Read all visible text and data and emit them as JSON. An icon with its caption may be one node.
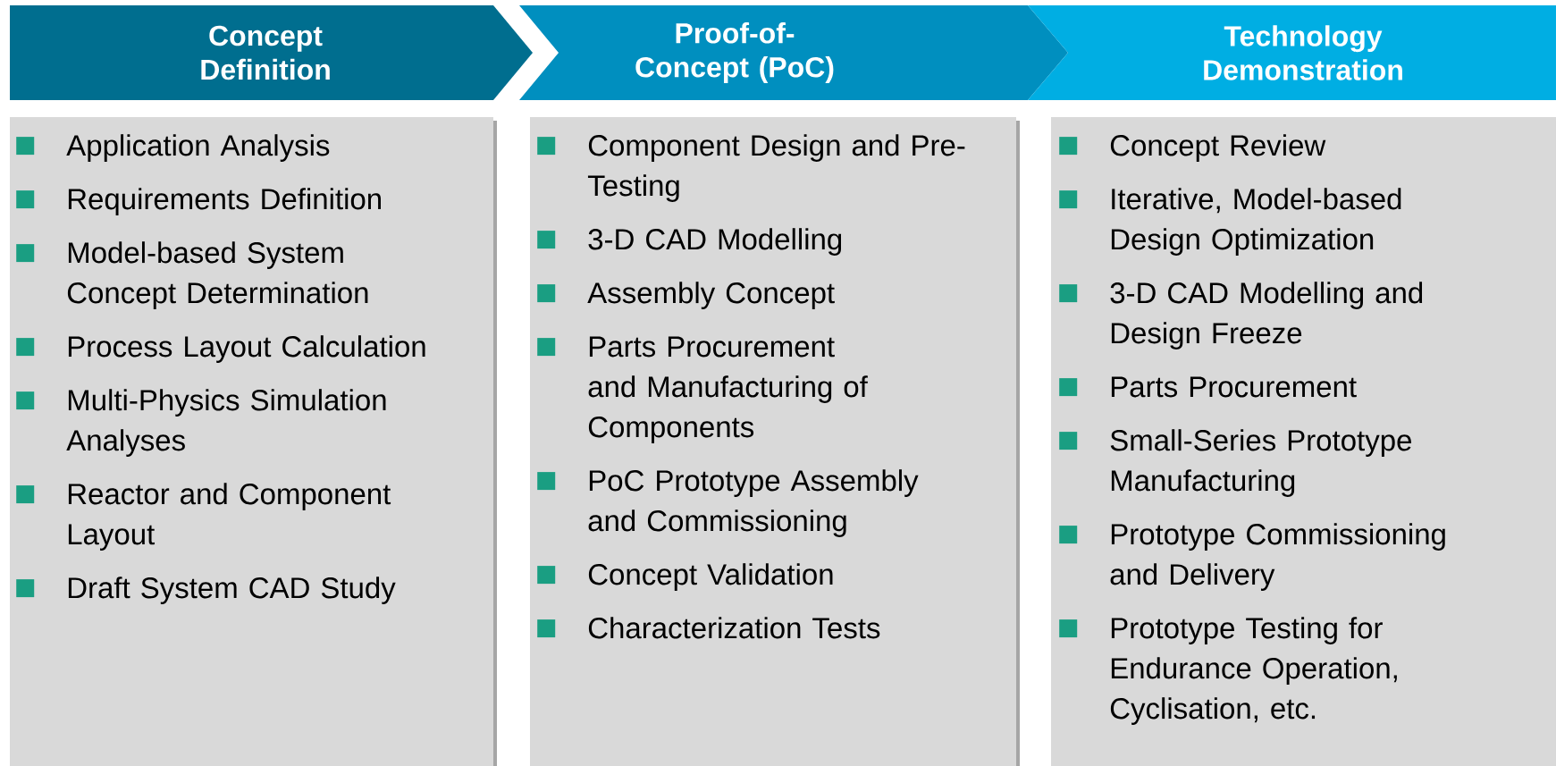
{
  "diagram": {
    "nodes": [
      {
        "text": [
          "Concept Definition"
        ]
      },
      {
        "text": [
          "Proof-of-Concept (PoC)"
        ]
      },
      {
        "text": [
          "Technology Demonstration"
        ]
      },
      {
        "text": [
          "Application Analysis",
          "Requirements Definition",
          "Model-based System Concept Determination",
          "Process Layout Calculation",
          "Multi-Physics Simulation Analyses",
          "Reactor and Component Layout",
          "Draft System CAD Study"
        ]
      },
      {
        "text": [
          "Component Design and Pre-Testing",
          "3-D CAD Modelling",
          "Assembly Concept",
          "Parts Procurement and Manufacturing of Components",
          "PoC Prototype Assembly and Commissioning",
          "Concept Validation",
          "Characterization Tests"
        ]
      },
      {
        "text": [
          "Concept Review",
          "Iterative, Model-based Design Optimization",
          "3-D CAD Modelling and Design Freeze",
          "Parts Procurement",
          "Small-Series Prototype Manufacturing",
          "Prototype Commissioning and Delivery",
          "Prototype Testing for Endurance Operation, Cyclisation, etc."
        ]
      }
    ]
  }
}
